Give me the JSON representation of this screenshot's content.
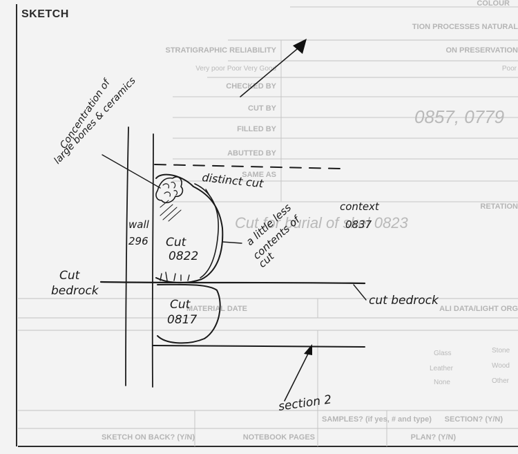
{
  "page": {
    "section_title": "SKETCH"
  },
  "background_form": {
    "top_right": "COLOUR",
    "processes_line": "TION PROCESSES  NATURAL",
    "preservation": "ON PRESERVATION",
    "preservation_options": "Poor",
    "strat_reliability": "STRATIGRAPHIC RELIABILITY",
    "reliability_options": "Very poor    Poor    Very Good",
    "checked_by": "CHECKED BY",
    "cut_by": "CUT BY",
    "filled_by": "FILLED BY",
    "abutted_by": "ABUTTED BY",
    "same_as": "SAME AS",
    "interpretation": "RETATION",
    "material_date": "MATERIAL DATE",
    "artefacts": "ALI DATA/LIGHT ORG",
    "find_options": [
      "Stone",
      "Wood",
      "Other",
      "Glass",
      "Leather",
      "None"
    ],
    "samples": "SAMPLES? (if yes, # and type)",
    "sections": "SECTION? (Y/N)",
    "plan": "PLAN? (Y/N)",
    "notebook": "NOTEBOOK PAGES",
    "sketch_on_back": "SKETCH ON BACK? (Y/N)",
    "handwritten_numbers": "0857, 0779",
    "handwritten_interpretation": "Cut for burial of skel 0823"
  },
  "annotations": {
    "concentration": [
      "Concentration of",
      "large bones & ceramics"
    ],
    "distinct_cut": "distinct cut",
    "context_0837": [
      "context",
      "0837"
    ],
    "wall": [
      "wall",
      "296"
    ],
    "cut_0822": [
      "Cut",
      "0822"
    ],
    "little_less": [
      "a little less",
      "contents of",
      "cut"
    ],
    "cut_bedrock_left": [
      "Cut",
      "bedrock"
    ],
    "cut_0817": [
      "Cut",
      "0817"
    ],
    "cut_bedrock_right": "cut bedrock",
    "section": "section 2"
  }
}
